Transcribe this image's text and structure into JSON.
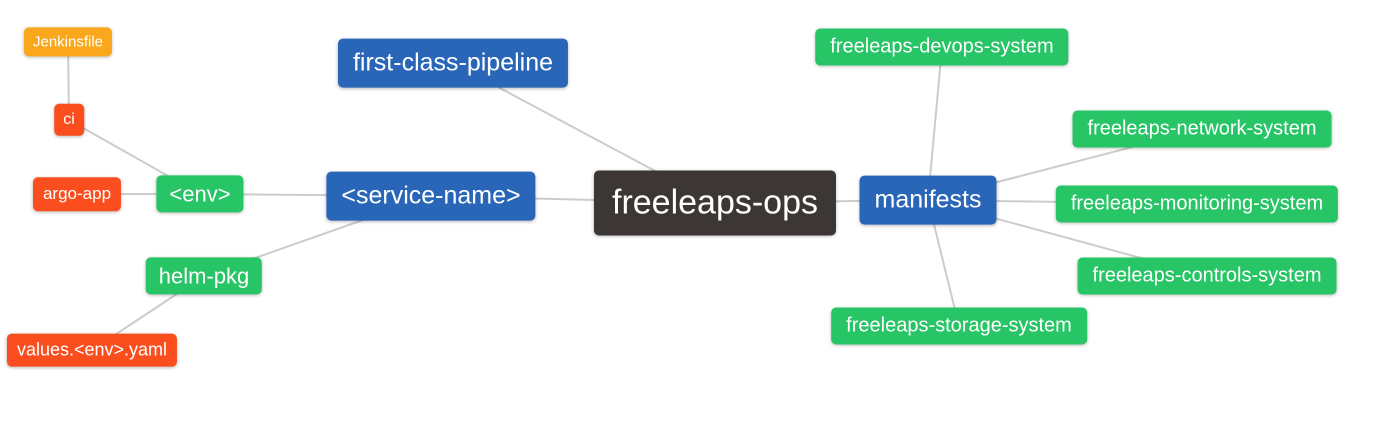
{
  "diagram": {
    "type": "mindmap",
    "root_label": "freeleaps-ops",
    "background": "#ffffff"
  },
  "colors": {
    "blue": "#2a66b8",
    "green": "#28c566",
    "orange": "#faa71b",
    "red": "#fa4e1e",
    "dark": "#3c3734",
    "text": "#ffffff",
    "edge": "#cccccc",
    "bg": "#ffffff"
  },
  "nodes": [
    {
      "id": "jenkinsfile",
      "label": "Jenkinsfile",
      "color": "orange"
    },
    {
      "id": "ci",
      "label": "ci",
      "color": "red"
    },
    {
      "id": "argo-app",
      "label": "argo-app",
      "color": "red"
    },
    {
      "id": "env",
      "label": "<env>",
      "color": "green"
    },
    {
      "id": "helm-pkg",
      "label": "helm-pkg",
      "color": "green"
    },
    {
      "id": "values-env-yaml",
      "label": "values.<env>.yaml",
      "color": "red"
    },
    {
      "id": "first-class-pipeline",
      "label": "first-class-pipeline",
      "color": "blue"
    },
    {
      "id": "service-name",
      "label": "<service-name>",
      "color": "blue"
    },
    {
      "id": "freeleaps-ops",
      "label": "freeleaps-ops",
      "color": "dark"
    },
    {
      "id": "manifests",
      "label": "manifests",
      "color": "blue"
    },
    {
      "id": "devops-system",
      "label": "freeleaps-devops-system",
      "color": "green"
    },
    {
      "id": "network-system",
      "label": "freeleaps-network-system",
      "color": "green"
    },
    {
      "id": "monitoring-system",
      "label": "freeleaps-monitoring-system",
      "color": "green"
    },
    {
      "id": "controls-system",
      "label": "freeleaps-controls-system",
      "color": "green"
    },
    {
      "id": "storage-system",
      "label": "freeleaps-storage-system",
      "color": "green"
    }
  ],
  "edges": [
    [
      "jenkinsfile",
      "ci"
    ],
    [
      "ci",
      "env"
    ],
    [
      "argo-app",
      "env"
    ],
    [
      "env",
      "service-name"
    ],
    [
      "helm-pkg",
      "service-name"
    ],
    [
      "values-env-yaml",
      "helm-pkg"
    ],
    [
      "first-class-pipeline",
      "freeleaps-ops"
    ],
    [
      "service-name",
      "freeleaps-ops"
    ],
    [
      "freeleaps-ops",
      "manifests"
    ],
    [
      "manifests",
      "devops-system"
    ],
    [
      "manifests",
      "network-system"
    ],
    [
      "manifests",
      "monitoring-system"
    ],
    [
      "manifests",
      "controls-system"
    ],
    [
      "manifests",
      "storage-system"
    ]
  ]
}
